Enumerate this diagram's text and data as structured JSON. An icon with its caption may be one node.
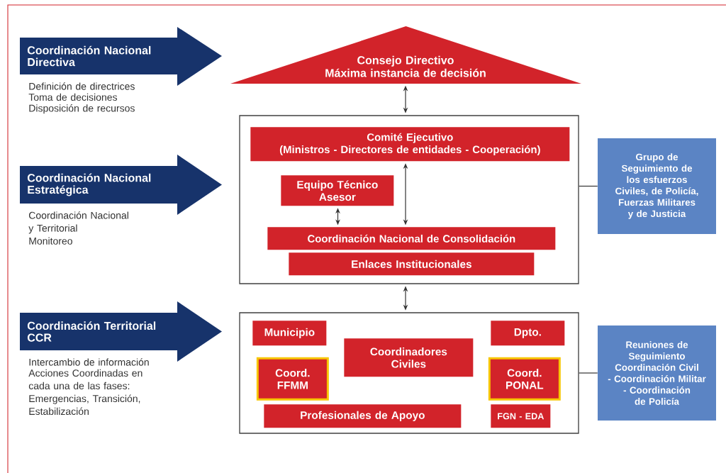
{
  "diagram": {
    "nodes": [
      {
        "text": [
          "Coordinación Nacional Directiva"
        ],
        "beside": [
          "Definición de directrices",
          "Toma de decisiones",
          "Disposición de recursos"
        ]
      },
      {
        "text": [
          "Consejo Directivo",
          "Máxima instancia de decisión"
        ]
      },
      {
        "text": [
          "Coordinación Nacional Estratégica"
        ],
        "beside": [
          "Coordinación Nacional y Territorial",
          "Monitoreo"
        ]
      },
      {
        "text": [],
        "shape": "box"
      },
      {
        "text": [
          "Comité Ejecutivo",
          "(Ministros - Directores de entidades - Cooperación)"
        ],
        "in": 3
      },
      {
        "text": [
          "Equipo Técnico Asesor"
        ],
        "in": 3
      },
      {
        "text": [
          "Coordinación Nacional de Consolidación"
        ],
        "in": 3
      },
      {
        "text": [
          "Enlaces Institucionales"
        ],
        "in": 3
      },
      {
        "text": [
          "Grupo de Seguimiento de los esfuerzos Civiles, de Policía, Fuerzas Militares y de Justicia"
        ]
      },
      {
        "text": [
          "Coordinación Territorial CCR"
        ],
        "beside": [
          "Intercambio de información",
          "Acciones Coordinadas en cada una de las fases: Emergencias, Transición, Estabilización"
        ]
      },
      {
        "text": [],
        "shape": "box"
      },
      {
        "text": [
          "Municipio"
        ],
        "in": 10
      },
      {
        "text": [
          "Dpto."
        ],
        "in": 10
      },
      {
        "text": [
          "Coordinadores Civiles"
        ],
        "in": 10
      },
      {
        "text": [
          "Coord. FFMM"
        ],
        "in": 10
      },
      {
        "text": [
          "Coord. PONAL"
        ],
        "in": 10
      },
      {
        "text": [
          "Profesionales de Apoyo"
        ],
        "in": 10
      },
      {
        "text": [
          "FGN - EDA"
        ],
        "in": 10
      },
      {
        "text": [
          "Reuniones de Seguimiento Coordinación Civil - Coordinación Militar - Coordinación de Policía"
        ]
      }
    ],
    "edges": [
      {
        "from": 1,
        "to": 3,
        "arrow": "both"
      },
      {
        "from": 4,
        "to": 6,
        "arrow": "both"
      },
      {
        "from": 5,
        "to": 6,
        "arrow": "both"
      },
      {
        "from": 3,
        "to": 10,
        "arrow": "both"
      },
      {
        "from": 3,
        "to": 8,
        "arrow": "none"
      },
      {
        "from": 10,
        "to": 18,
        "arrow": "none"
      }
    ]
  }
}
